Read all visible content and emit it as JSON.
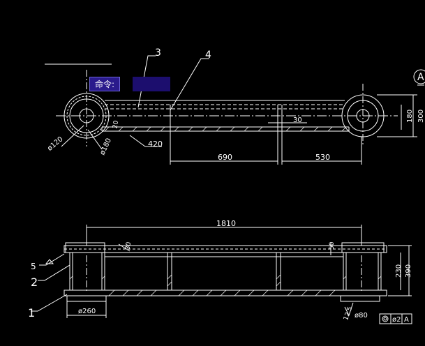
{
  "command_prompt": {
    "label": "命令:",
    "value": ""
  },
  "colors": {
    "background": "#000000",
    "lines": "#ffffff",
    "popup": "#2a1a8c"
  },
  "top_view": {
    "callout_3": "3",
    "callout_4": "4",
    "dim_420": "420",
    "dim_690": "690",
    "dim_530": "530",
    "dim_30": "30",
    "dim_180": "180",
    "dim_300": "300",
    "dim_120": "ø120",
    "dim_180_dia": "ø180",
    "dim_20": "20",
    "datum": "A"
  },
  "side_view": {
    "dim_1810": "1810",
    "dim_30": "30",
    "dim_50": "50",
    "dim_230": "230",
    "dim_390": "390",
    "dim_260": "ø260",
    "dim_80": "ø80",
    "dim_125": "12.5",
    "callout_5": "5",
    "callout_2": "2",
    "callout_1": "1",
    "tolerance": "ø2",
    "tolerance_datum": "A"
  }
}
